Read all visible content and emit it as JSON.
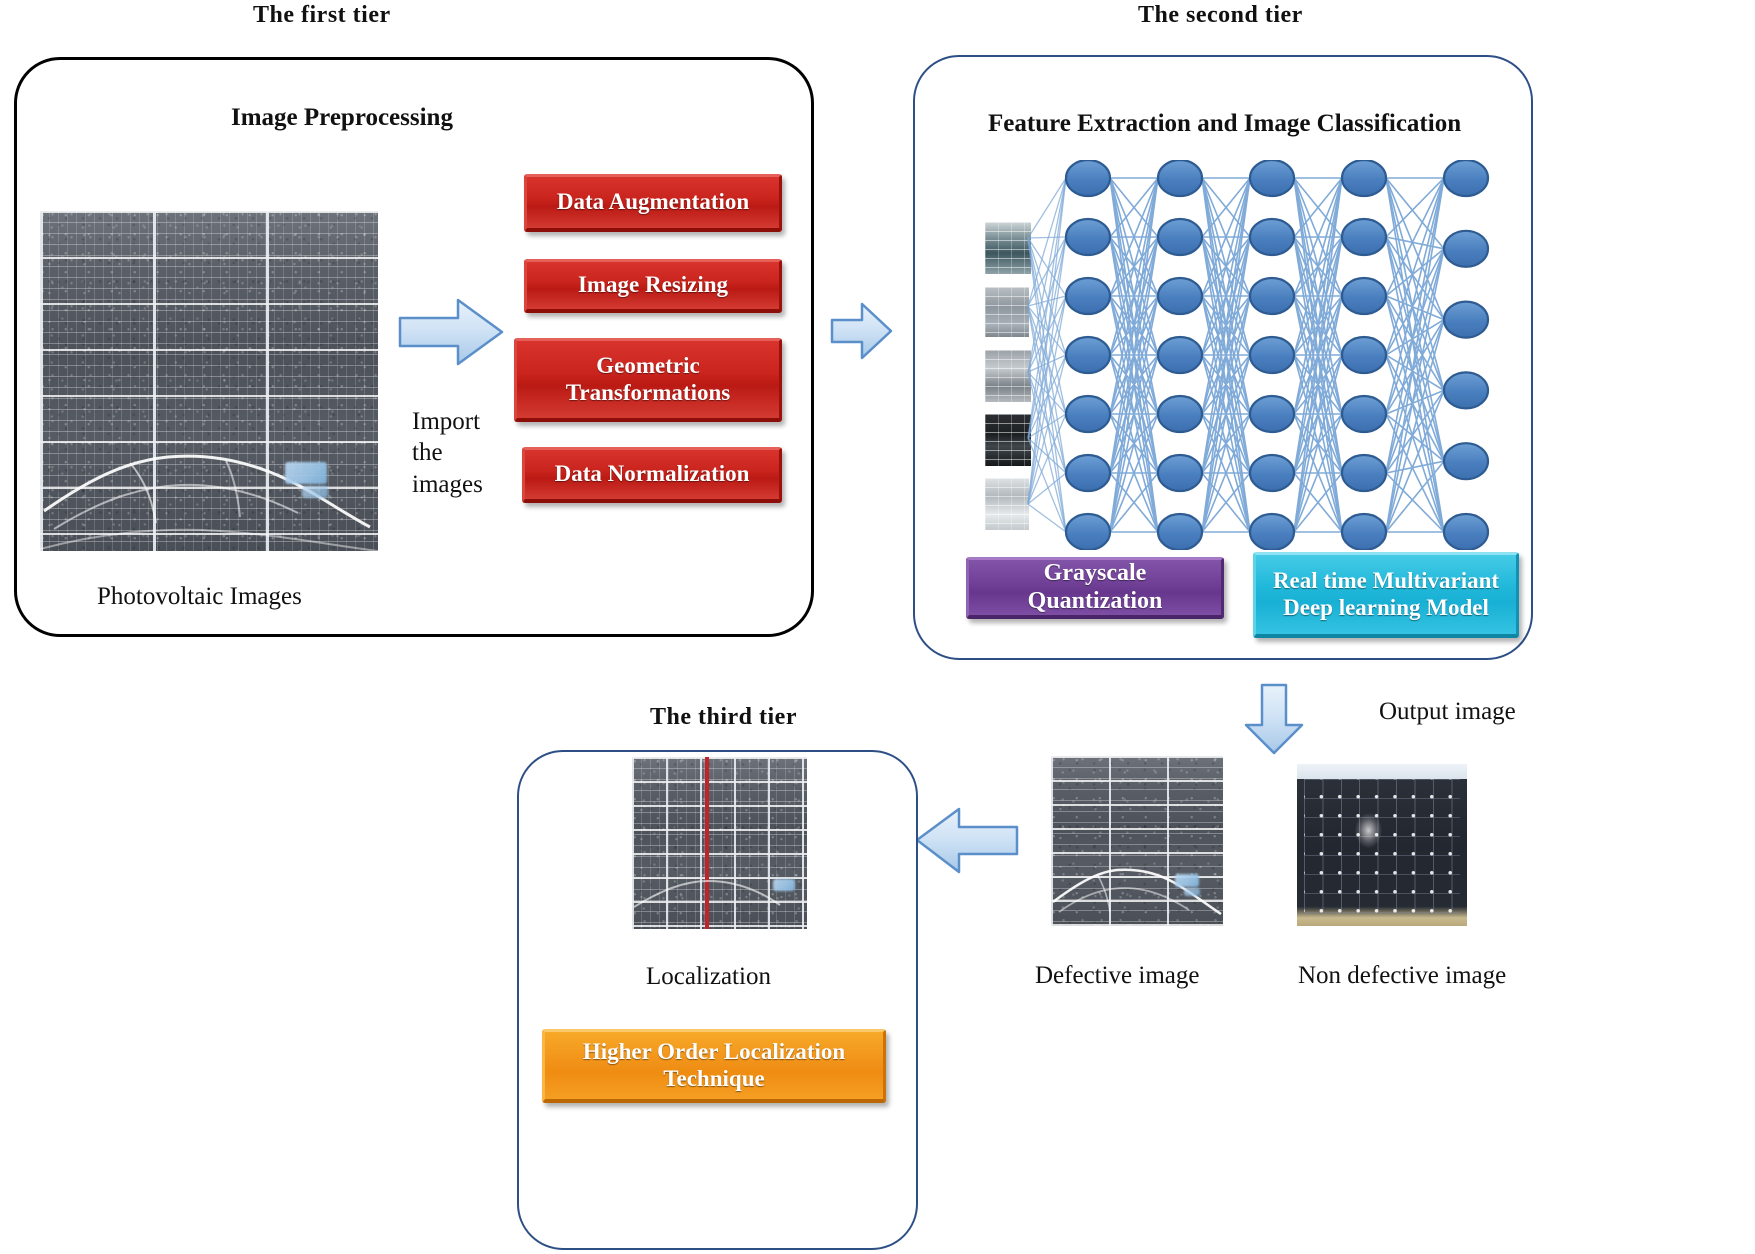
{
  "tiers": {
    "first": "The first tier",
    "second": "The second tier",
    "third": "The third tier"
  },
  "tier1": {
    "title": "Image Preprocessing",
    "image_caption": "Photovoltaic Images",
    "import_label": "Import\nthe\nimages",
    "import_line1": "Import",
    "import_line2": "the",
    "import_line3": "images",
    "steps": [
      {
        "label": "Data Augmentation",
        "color": "#c9241d"
      },
      {
        "label": "Image  Resizing",
        "color": "#c9241d"
      },
      {
        "label": "Geometric\nTransformations",
        "color": "#c9241d"
      },
      {
        "label": "Data Normalization",
        "color": "#c9241d"
      }
    ],
    "step_0": "Data Augmentation",
    "step_1": "Image  Resizing",
    "step_2_line1": "Geometric",
    "step_2_line2": "Transformations",
    "step_3": "Data Normalization"
  },
  "tier2": {
    "title": "Feature Extraction and Image Classification",
    "grayscale_box": "Grayscale Quantization",
    "model_box_line1": "Real time Multivariant",
    "model_box_line2": "Deep learning Model",
    "grayscale_color": "#6f3f96",
    "model_color": "#21b8da",
    "network": {
      "type": "fully-connected-neural-network",
      "input_thumbnail_count": 5,
      "layer_node_counts": [
        7,
        7,
        7,
        7,
        6
      ],
      "node_color": "#4a7fbf",
      "node_border_color": "#2e5c92",
      "edge_color": "#7aa6d6"
    }
  },
  "tier3": {
    "title": "Localization",
    "technique_box_line1": "Higher Order Localization",
    "technique_box_line2": "Technique",
    "technique_color": "#f2941a"
  },
  "outputs": {
    "output_label": "Output image",
    "defective_label": "Defective  image",
    "non_defective_label": "Non defective  image"
  },
  "arrows": {
    "color": "#b9d3ee",
    "border": "#5b8fc9",
    "names": [
      "tier1-internal-arrow",
      "tier1-to-tier2-arrow",
      "tier2-to-output-arrow",
      "defective-to-tier3-arrow"
    ]
  }
}
